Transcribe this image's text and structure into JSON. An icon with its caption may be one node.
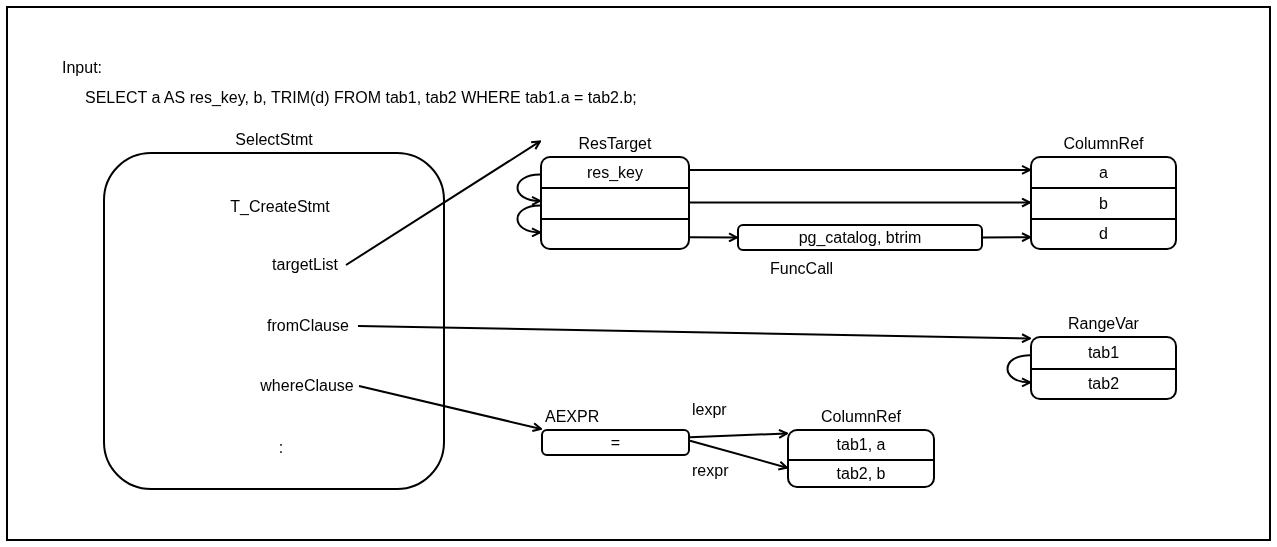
{
  "diagram": {
    "nodes": [
      {
        "text": [
          "SelectStmt"
        ]
      },
      {
        "text": [
          "T_CreateStmt"
        ],
        "in": 0
      },
      {
        "text": [
          "targetList"
        ],
        "in": 0
      },
      {
        "text": [
          "fromClause"
        ],
        "in": 0
      },
      {
        "text": [
          "whereClause"
        ],
        "in": 0
      },
      {
        "text": [
          ":"
        ],
        "in": 0
      },
      {
        "text": [
          "ResTarget"
        ]
      },
      {
        "text": [
          "res_key"
        ],
        "in": 6
      },
      {
        "text": [],
        "shape": "box",
        "in": 6
      },
      {
        "text": [],
        "shape": "box",
        "in": 6
      },
      {
        "text": [
          "pg_catalog, btrim"
        ],
        "beside": [
          "FuncCall"
        ]
      },
      {
        "text": [
          "ColumnRef"
        ]
      },
      {
        "text": [
          "a"
        ],
        "in": 11
      },
      {
        "text": [
          "b"
        ],
        "in": 11
      },
      {
        "text": [
          "d"
        ],
        "in": 11
      },
      {
        "text": [
          "RangeVar"
        ]
      },
      {
        "text": [
          "tab1"
        ],
        "in": 15
      },
      {
        "text": [
          "tab2"
        ],
        "in": 15
      },
      {
        "text": [
          "AEXPR",
          "="
        ]
      },
      {
        "text": [
          "ColumnRef"
        ]
      },
      {
        "text": [
          "tab1, a"
        ],
        "in": 19
      },
      {
        "text": [
          "tab2, b"
        ],
        "in": 19
      }
    ],
    "edges": [
      {
        "from": 2,
        "to": 6,
        "arrow": "to"
      },
      {
        "from": 7,
        "to": 12,
        "arrow": "to"
      },
      {
        "from": 8,
        "to": 13,
        "arrow": "to"
      },
      {
        "from": 9,
        "to": 10,
        "arrow": "to"
      },
      {
        "from": 10,
        "to": 14,
        "arrow": "to"
      },
      {
        "from": 7,
        "to": 8,
        "arrow": "to"
      },
      {
        "from": 8,
        "to": 9,
        "arrow": "to"
      },
      {
        "from": 16,
        "to": 17,
        "arrow": "to"
      },
      {
        "from": 3,
        "to": 15,
        "arrow": "to"
      },
      {
        "from": 4,
        "to": 18,
        "arrow": "to"
      },
      {
        "from": 18,
        "to": 20,
        "label": "lexpr",
        "arrow": "to"
      },
      {
        "from": 18,
        "to": 21,
        "label": "rexpr",
        "arrow": "to"
      }
    ],
    "labels": [
      "Input:",
      "SELECT a AS res_key, b, TRIM(d) FROM tab1, tab2 WHERE tab1.a = tab2.b;"
    ]
  }
}
